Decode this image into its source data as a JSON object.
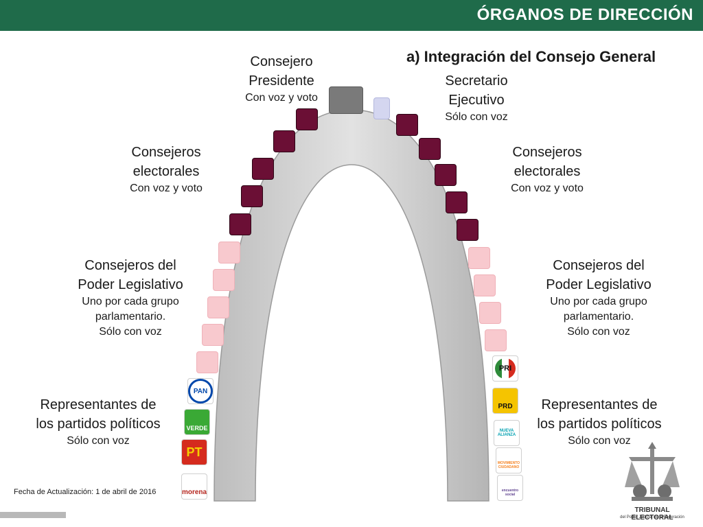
{
  "header": {
    "title": "ÓRGANOS DE DIRECCIÓN"
  },
  "subtitle": "a) Integración del Consejo General",
  "labels": {
    "presidente": {
      "line1": "Consejero",
      "line2": "Presidente",
      "sub": "Con voz y voto"
    },
    "secretario": {
      "line1": "Secretario",
      "line2": "Ejecutivo",
      "sub": "Sólo con voz"
    },
    "electorales_left": {
      "line1": "Consejeros",
      "line2": "electorales",
      "sub": "Con voz y voto"
    },
    "electorales_right": {
      "line1": "Consejeros",
      "line2": "electorales",
      "sub": "Con voz y voto"
    },
    "legislativo_left": {
      "line1": "Consejeros del",
      "line2": "Poder Legislativo",
      "sub1": "Uno por  cada grupo",
      "sub2": "parlamentario.",
      "sub3": "Sólo con voz"
    },
    "legislativo_right": {
      "line1": "Consejeros del",
      "line2": "Poder Legislativo",
      "sub1": "Uno por  cada grupo",
      "sub2": "parlamentario.",
      "sub3": "Sólo con voz"
    },
    "partidos_left": {
      "line1": "Representantes de",
      "line2": "los partidos políticos",
      "sub": "Sólo con voz"
    },
    "partidos_right": {
      "line1": "Representantes de",
      "line2": "los partidos políticos",
      "sub": "Sólo con voz"
    }
  },
  "parties_left": [
    {
      "name": "PAN",
      "color": "#0047ab"
    },
    {
      "name": "VERDE",
      "color": "#3aa935"
    },
    {
      "name": "PT",
      "color": "#d52b1e"
    },
    {
      "name": "morena",
      "color": "#b5261e"
    }
  ],
  "parties_right": [
    {
      "name": "PRI",
      "color": "#d52b1e"
    },
    {
      "name": "PRD",
      "color": "#f5c400"
    },
    {
      "name": "NUEVA ALIANZA",
      "color": "#00a0b0"
    },
    {
      "name": "MOVIMIENTO CIUDADANO",
      "color": "#f58220"
    },
    {
      "name": "encuentro social",
      "color": "#5a3d8c"
    }
  ],
  "footer": {
    "date": "Fecha de Actualización: 1 de abril de 2016"
  },
  "logo": {
    "line1": "TRIBUNAL ELECTORAL",
    "line2": "del Poder Judicial de la Federación"
  },
  "colors": {
    "header": "#1f6b4a",
    "electoral_seat": "#6b0f35",
    "legislative_seat": "#f8c9ce",
    "president_seat": "#7a7a7a",
    "secretary_seat": "#d4d6f0"
  }
}
